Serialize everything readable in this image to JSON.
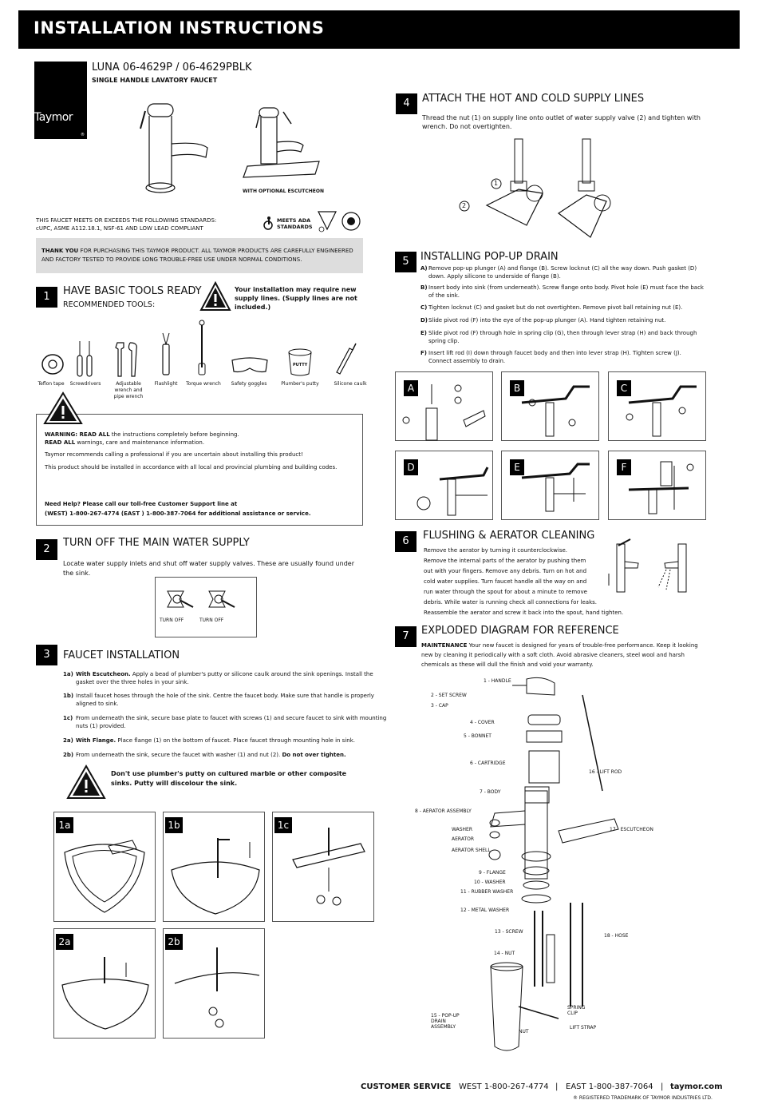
{
  "header": {
    "title": "INSTALLATION INSTRUCTIONS"
  },
  "brand": {
    "logo": "Taymor",
    "reg": "®"
  },
  "product": {
    "model": "LUNA 06-4629P / 06-4629PBLK",
    "subtitle": "SINGLE HANDLE LAVATORY FAUCET",
    "escutcheon_caption": "WITH OPTIONAL ESCUTCHEON"
  },
  "standards": {
    "line1": "THIS FAUCET MEETS OR EXCEEDS THE FOLLOWING STANDARDS:",
    "line2": "cUPC, ASME A112.18.1, NSF-61 AND LOW LEAD COMPLIANT",
    "ada": "MEETS ADA STANDARDS"
  },
  "thanks": {
    "bold": "THANK YOU",
    "text": " FOR PURCHASING THIS TAYMOR PRODUCT. ALL TAYMOR PRODUCTS ARE  CAREFULLY ENGINEERED AND FACTORY TESTED TO PROVIDE LONG TROUBLE-FREE USE UNDER NORMAL CONDITIONS."
  },
  "step1": {
    "num": "1",
    "title": "HAVE BASIC TOOLS READY",
    "subtitle": "RECOMMENDED TOOLS:",
    "note": "Your installation may require new supply lines. (Supply lines are not included.)",
    "tools": [
      "Teflon tape",
      "Screwdrivers",
      "Adjustable wrench and pipe wrench",
      "Flashlight",
      "Torque wrench",
      "Safety goggles",
      "Plumber's putty",
      "Silicone caulk"
    ],
    "putty_label": "PUTTY"
  },
  "warning": {
    "line1_bold": "WARNING: READ ALL",
    "line1": " the instructions completely before beginning.",
    "line2_bold": "READ ALL",
    "line2": " warnings, care and maintenance information.",
    "line3": "Taymor recommends calling a professional if you are uncertain about installing this product!",
    "line4": "This product should be installed in accordance with all local and provincial plumbing and building codes.",
    "help1": "Need Help? Please call our toll-free Customer Support line at",
    "help2": "(WEST) 1-800-267-4774     (EAST ) 1-800-387-7064 for additional assistance or service."
  },
  "step2": {
    "num": "2",
    "title": "TURN OFF THE MAIN WATER SUPPLY",
    "text": "Locate water supply inlets and shut off water supply valves. These are usually found under the sink.",
    "label1": "TURN OFF",
    "label2": "TURN OFF"
  },
  "step3": {
    "num": "3",
    "title": "FAUCET INSTALLATION",
    "items": [
      {
        "id": "1a)",
        "bold": "With Escutcheon.",
        "text": " Apply a bead of plumber's putty or silicone caulk around the sink openings. Install the gasket over the three holes in your sink."
      },
      {
        "id": "1b)",
        "bold": "",
        "text": "Install faucet hoses through the hole of the sink. Centre the faucet body. Make sure that handle is properly aligned to sink."
      },
      {
        "id": "1c)",
        "bold": "",
        "text": "From underneath the sink, secure base plate to faucet with screws (1) and secure faucet to sink with mounting nuts (1) provided."
      },
      {
        "id": "2a)",
        "bold": "With Flange.",
        "text": " Place flange (1) on the bottom of faucet. Place faucet through mounting hole in sink."
      },
      {
        "id": "2b)",
        "bold": "",
        "text": "From underneath the sink, secure the faucet with washer (1) and nut (2). ",
        "bold_end": "Do not over tighten."
      }
    ],
    "caution": "Don't use plumber's putty on cultured marble or other composite sinks. Putty will discolour the sink.",
    "panels": [
      "1a",
      "1b",
      "1c",
      "2a",
      "2b"
    ]
  },
  "step4": {
    "num": "4",
    "title": "ATTACH THE HOT AND COLD SUPPLY LINES",
    "text": "Thread the nut (1) on supply line onto outlet of water supply valve (2) and tighten with wrench. Do not overtighten.",
    "callouts": [
      "1",
      "2"
    ]
  },
  "step5": {
    "num": "5",
    "title": "INSTALLING POP-UP DRAIN",
    "items": [
      {
        "id": "A)",
        "text": "Remove pop-up plunger (A) and flange (B). Screw locknut (C) all the way down. Push gasket (D) down. Apply silicone to underside of flange (B)."
      },
      {
        "id": "B)",
        "text": "Insert body into sink (from underneath). Screw flange onto body. Pivot hole (E) must face the back of the sink."
      },
      {
        "id": "C)",
        "text": "Tighten locknut (C) and gasket but do not overtighten. Remove pivot ball retaining nut (E)."
      },
      {
        "id": "D)",
        "text": "Slide pivot rod (F) into the eye of the pop-up plunger (A). Hand tighten retaining nut."
      },
      {
        "id": "E)",
        "text": "Slide pivot rod (F) through hole in spring clip (G), then through lever strap (H) and back through spring clip."
      },
      {
        "id": "F)",
        "text": "Insert lift rod (I) down through faucet body and then into lever strap (H). Tighten screw (J). Connect assembly to drain."
      }
    ],
    "panels": [
      "A",
      "B",
      "C",
      "D",
      "E",
      "F"
    ]
  },
  "step6": {
    "num": "6",
    "title": "FLUSHING & AERATOR CLEANING",
    "lines": [
      "Remove the aerator by turning it counterclockwise.",
      "Remove the internal parts of the aerator by pushing them",
      "out with your fingers. Remove any debris. Turn on hot and",
      "cold water supplies. Turn faucet handle all the way on and",
      "run water through the spout for about a minute to remove",
      "debris. While water is running check all connections for leaks.",
      "Reassemble the aerator and screw it back into the spout, hand tighten."
    ]
  },
  "step7": {
    "num": "7",
    "title": "EXPLODED DIAGRAM FOR REFERENCE",
    "maint_bold": "MAINTENANCE",
    "maint_text": " Your new faucet is designed for years of trouble-free performance. Keep it looking new by cleaning it periodically with a soft cloth. Avoid abrasive cleaners, steel wool and harsh chemicals as these will dull the finish and void your warranty.",
    "parts": {
      "p1": "1 - HANDLE",
      "p2": "2 - SET SCREW",
      "p3": "3 - CAP",
      "p4": "4 - COVER",
      "p5": "5 - BONNET",
      "p6": "6 - CARTRIDGE",
      "p7": "7 - BODY",
      "p8": "8 - AERATOR ASSEMBLY",
      "p8a": "WASHER",
      "p8b": "AERATOR",
      "p8c": "AERATOR SHELL",
      "p9": "9 - FLANGE",
      "p10": "10 - WASHER",
      "p11": "11 - RUBBER WASHER",
      "p12": "12 - METAL WASHER",
      "p13": "13 - SCREW",
      "p14": "14 - NUT",
      "p15": "15 - POP-UP DRAIN ASSEMBLY",
      "p16": "16 - LIFT ROD",
      "p17": "17 - ESCUTCHEON",
      "p18": "18 - HOSE",
      "spring": "SPRING CLIP",
      "strap": "LIFT STRAP",
      "nut": "NUT"
    }
  },
  "footer": {
    "label": "CUSTOMER SERVICE",
    "west": "WEST 1-800-267-4774",
    "sep": "|",
    "east": "EAST 1-800-387-7064",
    "site": "taymor.com",
    "trademark": "® REGISTERED TRADEMARK OF TAYMOR INDUSTRIES LTD."
  }
}
